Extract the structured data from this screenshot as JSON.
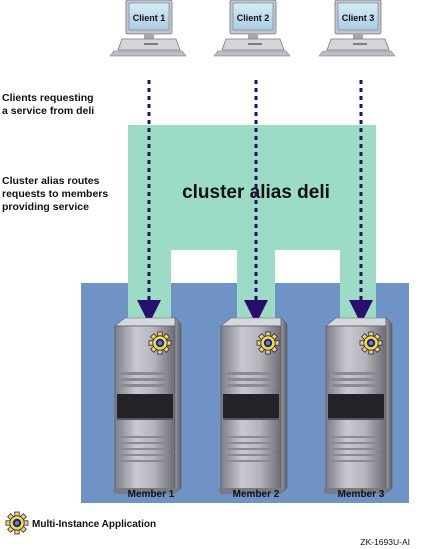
{
  "clients": [
    {
      "label": "Client 1"
    },
    {
      "label": "Client 2"
    },
    {
      "label": "Client 3"
    }
  ],
  "labels": {
    "clients_request": "Clients requesting\na service from deli",
    "alias_routes": "Cluster alias routes\nrequests to members\nproviding service",
    "cluster_alias": "cluster alias deli"
  },
  "members": [
    {
      "label": "Member 1"
    },
    {
      "label": "Member 2"
    },
    {
      "label": "Member 3"
    }
  ],
  "legend": {
    "label": "Multi-Instance Application",
    "icon": "gear-icon"
  },
  "figure_id": "ZK-1693U-AI",
  "colors": {
    "alias_band": "#9cdcc4",
    "cluster_box": "#6f93c4",
    "arrow": "#2a0e6e",
    "gear": "#f2e03a",
    "gear_center": "#2a1a7a"
  }
}
